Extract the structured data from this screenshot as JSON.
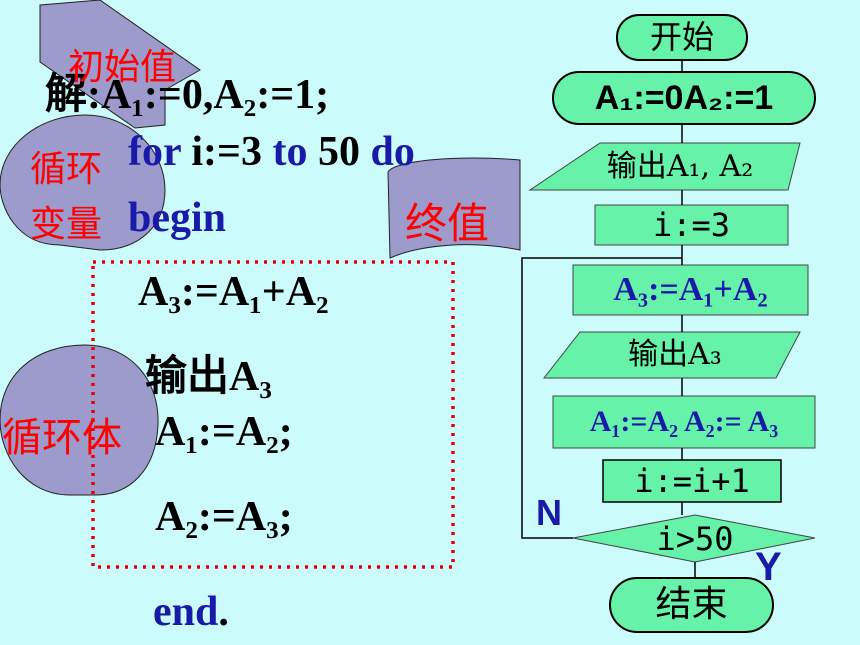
{
  "code": {
    "line1": "解:A₁:=0,A₂:=1;",
    "line2_for": "for",
    "line2_mid": " i:=3 ",
    "line2_to": "to",
    "line2_num": " 50 ",
    "line2_do": "do",
    "line3": "begin",
    "line4": "A₃:=A₁+A₂",
    "line5": "输出A₃",
    "line6": "A₁:=A₂;",
    "line7": "A₂:=A₃;",
    "line8": "end",
    "line8_dot": "."
  },
  "callouts": {
    "initial": "初始值",
    "loop_var_1": "循环",
    "loop_var_2": "变量",
    "final": "终值",
    "loop_body": "循环体"
  },
  "flowchart": {
    "start": "开始",
    "init": "A₁:=0A₂:=1",
    "output12": "输出A₁, A₂",
    "i_init": "i:=3",
    "a3": "A₃:=A₁+A₂",
    "output3": "输出A₃",
    "swap": "A₁:=A₂ A₂:= A₃",
    "inc": "i:=i+1",
    "cond": "i>50",
    "no": "N",
    "yes": "Y",
    "end": "结束"
  },
  "colors": {
    "background": "#ccfbfb",
    "box_fill": "#66f2a8",
    "callout_fill": "#9d9acc",
    "red": "#ff0000",
    "blue": "#1a1aa8"
  }
}
